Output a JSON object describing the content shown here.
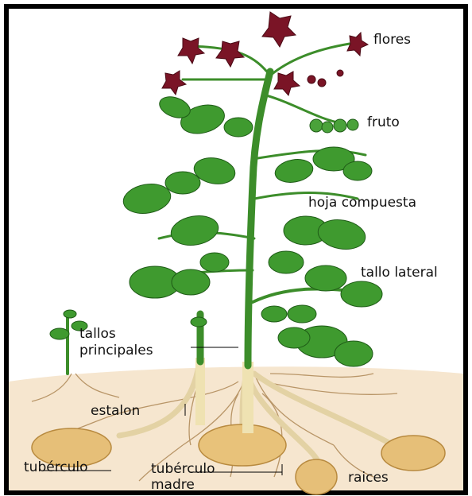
{
  "labels": {
    "flores": "flores",
    "fruto": "fruto",
    "hoja_compuesta": "hoja compuesta",
    "tallo_lateral": "tallo lateral",
    "tallos_principales_1": "tallos",
    "tallos_principales_2": "principales",
    "estalon": "estalon",
    "tuberculo": "tubérculo",
    "tuberculo_madre_1": "tubérculo",
    "tuberculo_madre_2": "madre",
    "raices": "raices"
  },
  "colors": {
    "soil": "#f6e6cf",
    "leaf": "#3f9a2f",
    "leaf_dark": "#1f5c17",
    "stem": "#3c8d2a",
    "flower": "#7a1426",
    "tuber": "#e8c27a",
    "root": "#c9a77a"
  }
}
